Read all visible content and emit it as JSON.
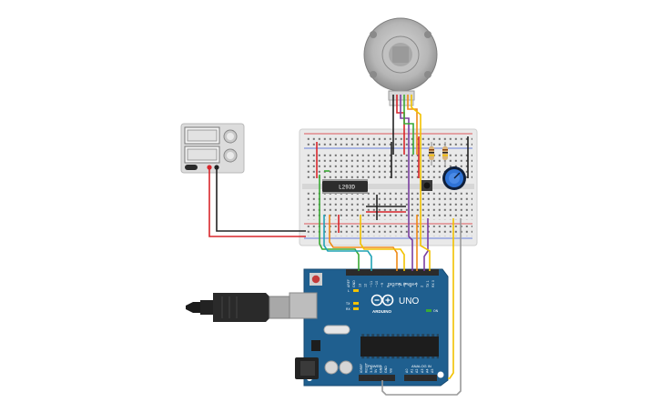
{
  "arduino": {
    "brand": "ARDUINO",
    "model": "UNO",
    "header_digital": "DIGITAL (PWM~)",
    "header_power": "POWER",
    "header_analog": "ANALOG IN",
    "pin_labels_digital": [
      "AREF",
      "GND",
      "13",
      "12",
      "~11",
      "~10",
      "~9",
      "8",
      "7",
      "~6",
      "~5",
      "4",
      "~3",
      "2",
      "TX 1",
      "RX 0"
    ],
    "pin_labels_power": [
      "IOREF",
      "RESET",
      "3.3V",
      "5V",
      "GND",
      "GND",
      "Vin"
    ],
    "pin_labels_analog": [
      "A0",
      "A1",
      "A2",
      "A3",
      "A4",
      "A5"
    ],
    "indicator_labels": [
      "L",
      "TX",
      "RX",
      "ON"
    ]
  },
  "driver_chip": {
    "label": "L293D"
  },
  "colors": {
    "board_blue": "#1f5f8f",
    "breadboard": "#e8e8e8",
    "wire_red": "#d8262b",
    "wire_black": "#222222",
    "wire_yellow": "#f2c200",
    "wire_orange": "#ef8a16",
    "wire_green": "#3aaa35",
    "wire_teal": "#20a3b6",
    "wire_purple": "#7b3fa0",
    "wire_gray": "#9a9a9a"
  }
}
